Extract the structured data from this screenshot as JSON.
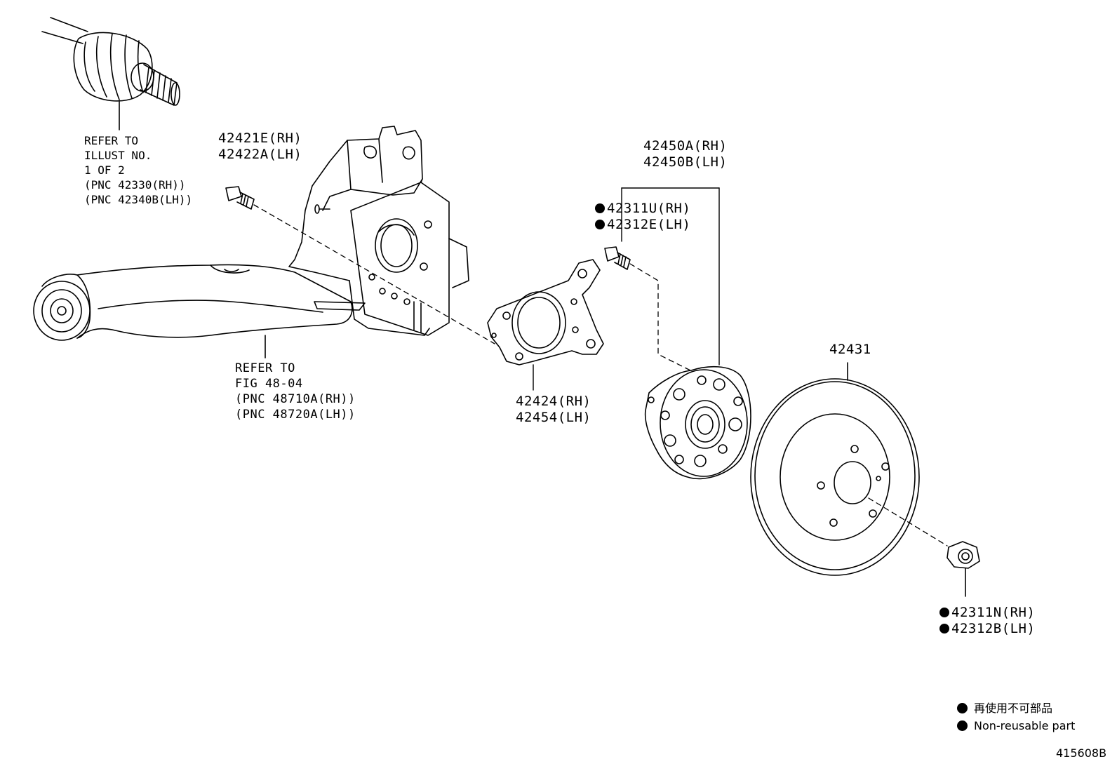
{
  "labels": {
    "drive_shaft_ref": [
      "REFER TO",
      "ILLUST NO.",
      "1 OF 2",
      "(PNC 42330(RH))",
      "(PNC 42340B(LH))"
    ],
    "arm_ref": [
      "REFER TO",
      "FIG 48-04",
      "(PNC 48710A(RH))",
      "(PNC 48720A(LH))"
    ],
    "bolt": [
      "42421E(RH)",
      "42422A(LH)"
    ],
    "hub_assembly": [
      "42450A(RH)",
      "42450B(LH)"
    ],
    "hub_bolt": [
      "42311U(RH)",
      "42312E(LH)"
    ],
    "backing_plate": [
      "42424(RH)",
      "42454(LH)"
    ],
    "disc": "42431",
    "nut": [
      "42311N(RH)",
      "42312B(LH)"
    ]
  },
  "legend": {
    "japanese": "再使用不可部品",
    "english": "Non-reusable part"
  },
  "illustration_code": "415608B",
  "icons": {
    "non_reusable_marker": "filled-circle-icon"
  }
}
